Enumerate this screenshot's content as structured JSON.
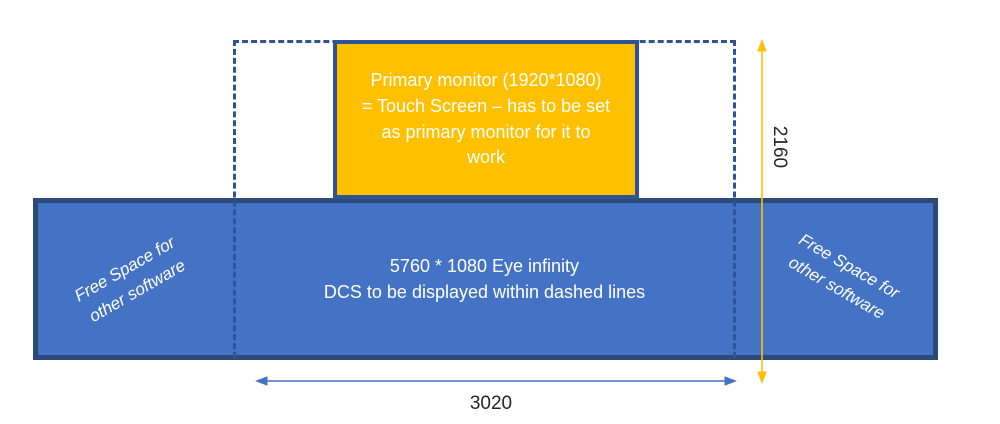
{
  "diagram": {
    "primary_monitor_box": {
      "text": "Primary monitor (1920*1080)\n= Touch Screen – has to be set\nas primary monitor for it to\nwork"
    },
    "eyefinity_area": {
      "text": "5760 * 1080 Eye infinity\nDCS to be displayed within dashed lines"
    },
    "free_space_left": {
      "text": "Free Space for\nother software"
    },
    "free_space_right": {
      "text": "Free Space for\nother software"
    },
    "dimensions": {
      "height_label": "2160",
      "width_label": "3020"
    },
    "icons": {
      "height_arrow": "vertical-double-arrow",
      "width_arrow": "horizontal-double-arrow"
    }
  },
  "colors": {
    "accent_blue": "#4472C4",
    "dark_border": "#2B4A77",
    "dash_blue": "#2F5496",
    "orange": "#FFC000",
    "arrow_blue": "#4472C4",
    "arrow_gold": "#FFC000",
    "text_dark": "#262626"
  }
}
